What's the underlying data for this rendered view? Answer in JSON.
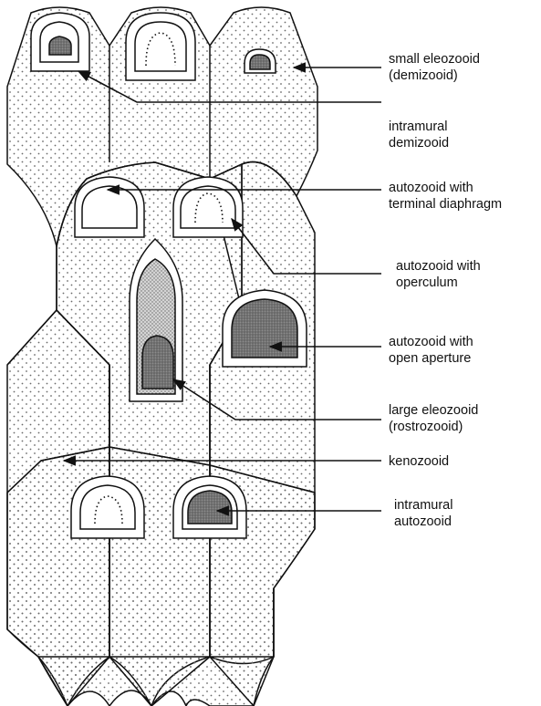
{
  "labels": {
    "small_eleozooid": [
      "small eleozooid",
      "(demizooid)"
    ],
    "intramural_demizooid": [
      "intramural",
      "demizooid"
    ],
    "autozooid_terminal_diaphragm": [
      "autozooid with",
      "terminal diaphragm"
    ],
    "autozooid_operculum": [
      "autozooid with",
      "operculum"
    ],
    "autozooid_open_aperture": [
      "autozooid with",
      "open aperture"
    ],
    "large_eleozooid": [
      "large eleozooid",
      "(rostrozooid)"
    ],
    "kenozooid": [
      "kenozooid"
    ],
    "intramural_autozooid": [
      "intramural",
      "autozooid"
    ]
  },
  "colors": {
    "stroke": "#111111",
    "background": "#ffffff",
    "stipple": "#6a6a6a",
    "aperture_fill": "#777777",
    "rostrum_fill": "#c4c4c4"
  }
}
